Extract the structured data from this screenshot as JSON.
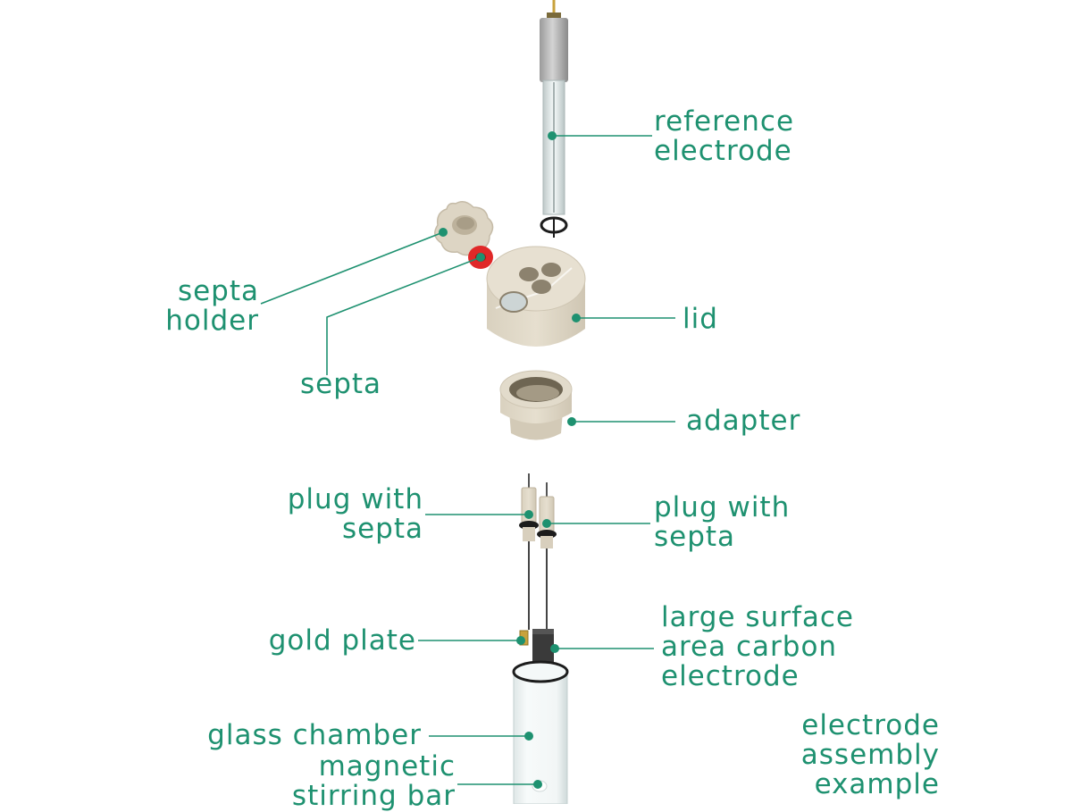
{
  "colors": {
    "label": "#1e9170",
    "leader": "#1e9170",
    "ptfe": "#ddd5c4",
    "ptfe_shade": "#c8bfad",
    "septa_red": "#e02828",
    "glass": "#c9d6d6",
    "dark_part": "#3a3a3a",
    "gold": "#c8a23c"
  },
  "labels": {
    "reference_electrode": "reference\nelectrode",
    "septa_holder": "septa\nholder",
    "septa": "septa",
    "lid": "lid",
    "adapter": "adapter",
    "plug_with_septa_left": "plug with\nsepta",
    "plug_with_septa_right": "plug with\nsepta",
    "gold_plate": "gold plate",
    "carbon_electrode": "large surface\narea carbon\nelectrode",
    "glass_chamber": "glass chamber",
    "magnetic_stirring_bar": "magnetic\nstirring bar",
    "caption": "electrode\nassembly\nexample"
  }
}
